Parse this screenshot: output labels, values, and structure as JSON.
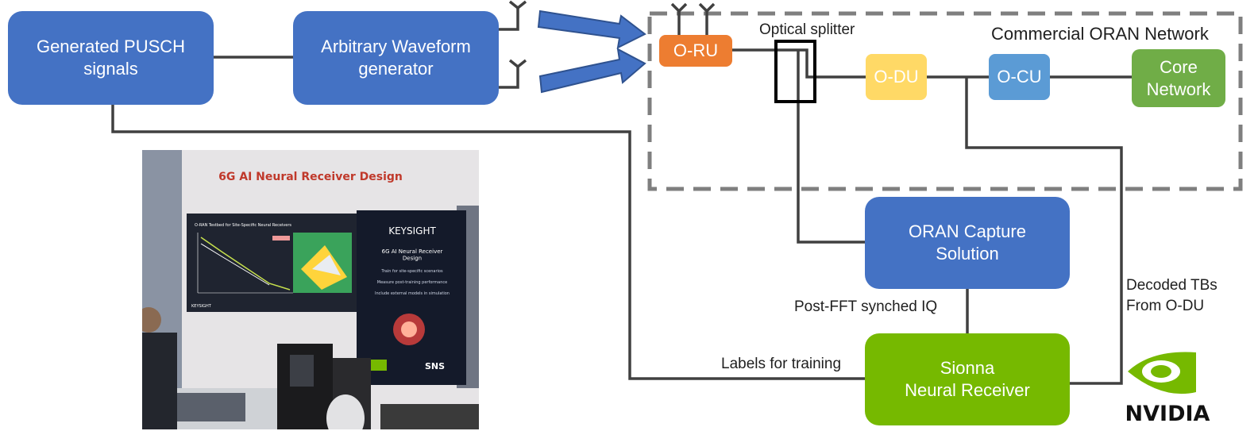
{
  "nodes": {
    "pusch": "Generated PUSCH\nsignals",
    "awg": "Arbitrary Waveform\ngenerator",
    "oru": "O-RU",
    "odu": "O-DU",
    "ocu": "O-CU",
    "core": "Core\nNetwork",
    "capture": "ORAN Capture\nSolution",
    "sionna": "Sionna\nNeural Receiver"
  },
  "labels": {
    "optical_splitter": "Optical splitter",
    "network_group": "Commercial ORAN Network",
    "post_fft": "Post-FFT synched IQ",
    "labels_training": "Labels for training",
    "decoded_tbs": "Decoded TBs\nFrom O-DU"
  },
  "photo": {
    "banner": "6G AI Neural Receiver Design",
    "screen_title": "O-RAN Testbed for Site-Specific Neural Receivers",
    "brand": "KEYSIGHT",
    "panel_title": "6G AI Neural Receiver\nDesign",
    "panel_line1": "Train for site-specific scenarios",
    "panel_line2": "Measure post-training performance",
    "panel_line3": "Include external models in simulation",
    "partner": "SNS"
  },
  "logo": {
    "text": "NVIDIA"
  },
  "colors": {
    "blue_node": "#4472c4",
    "orange_node": "#ed7d31",
    "yellow_node": "#ffd966",
    "light_blue_node": "#5b9bd5",
    "green_node": "#70ad47",
    "nvidia_green": "#76b900",
    "line": "#404040",
    "dash": "#7f7f7f"
  }
}
